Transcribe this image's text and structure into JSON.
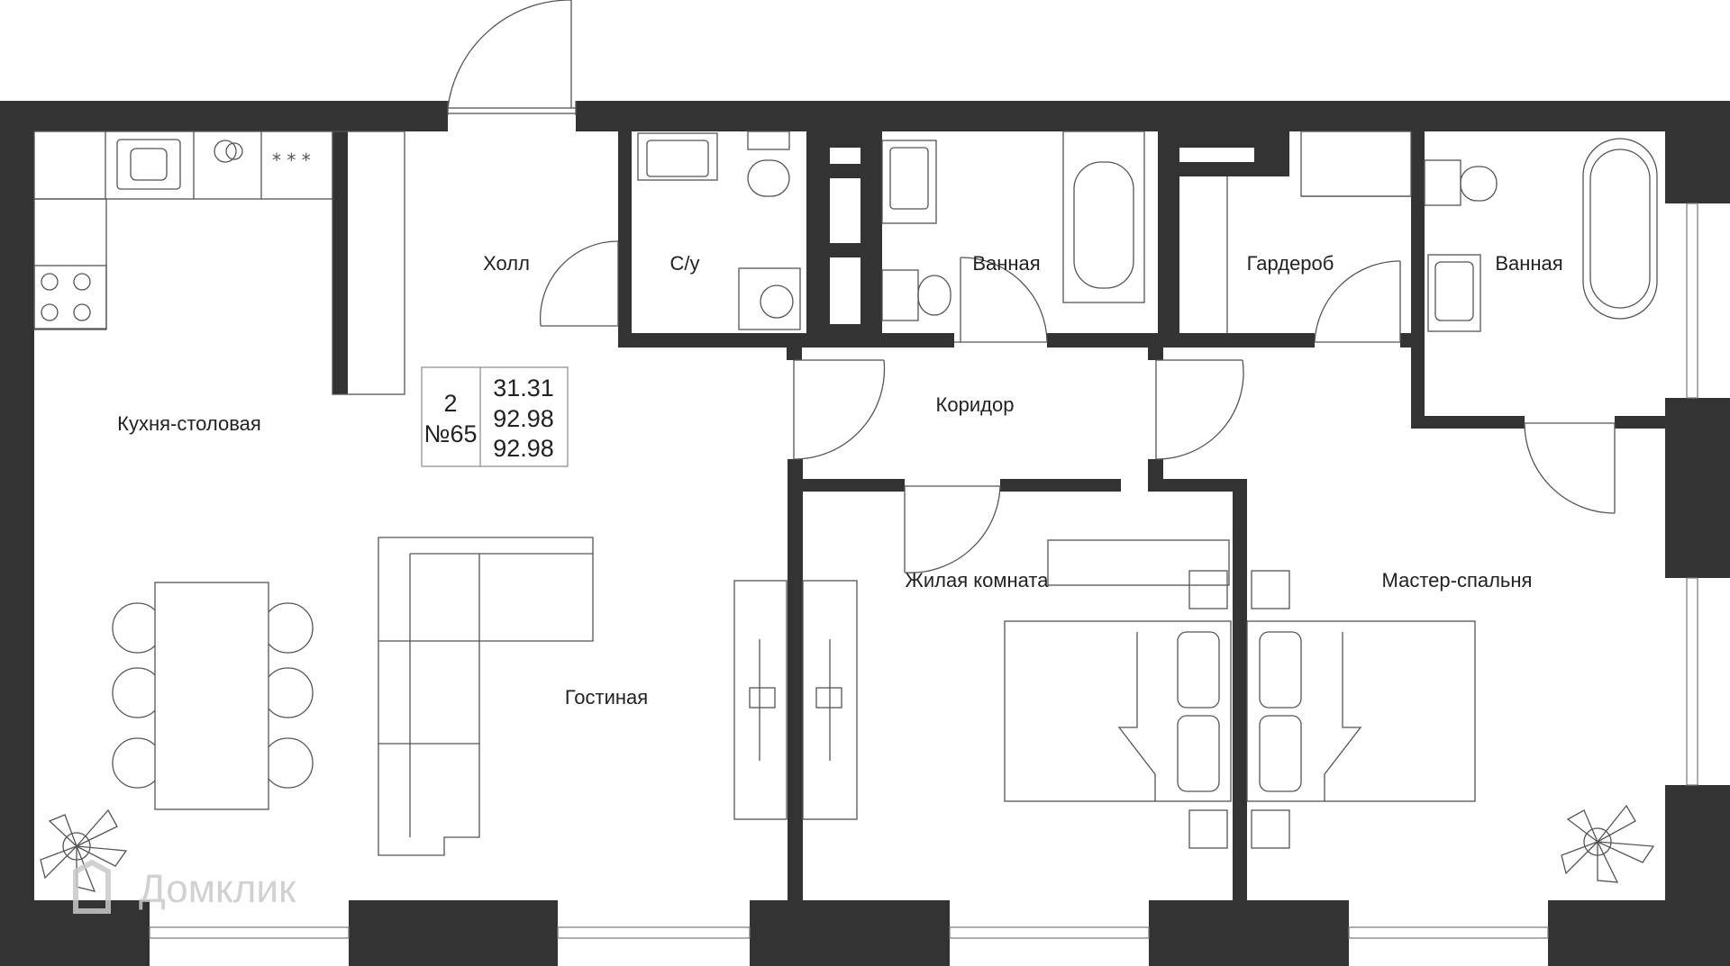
{
  "rooms": {
    "kitchen": "Кухня-столовая",
    "hall": "Холл",
    "wc": "С/у",
    "bath1": "Ванная",
    "wardrobe": "Гардероб",
    "bath2": "Ванная",
    "corridor": "Коридор",
    "living": "Гостиная",
    "bedroom": "Жилая комната",
    "master": "Мастер-спальня"
  },
  "apartment": {
    "rooms_count": "2",
    "number": "№65",
    "living_area": "31.31",
    "total_area": "92.98",
    "total_area_2": "92.98"
  },
  "watermark": {
    "text": "Домклик"
  },
  "colors": {
    "wall": "#333333",
    "fixture_stroke": "#555555",
    "background": "#ffffff"
  }
}
